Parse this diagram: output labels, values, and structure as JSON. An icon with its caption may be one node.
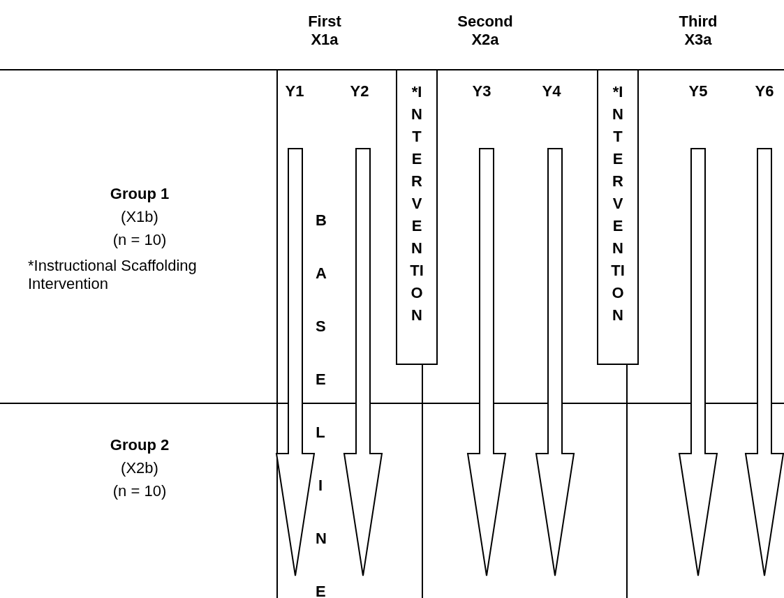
{
  "diagram": {
    "nodes": [
      {
        "text": [
          "*INTERVENTION"
        ]
      },
      {
        "text": [
          "*INTERVENTION"
        ]
      }
    ],
    "labels": [
      "First X1a",
      "Second X2a",
      "Third X3a",
      "Y1",
      "Y2",
      "Y3",
      "Y4",
      "Y5",
      "Y6",
      "Group 1",
      "(X1b)",
      "(n = 10)",
      "BASELINE",
      "*Instructional Scaffolding Intervention",
      "Group 2",
      "(X2b)",
      "(n = 10)"
    ]
  }
}
